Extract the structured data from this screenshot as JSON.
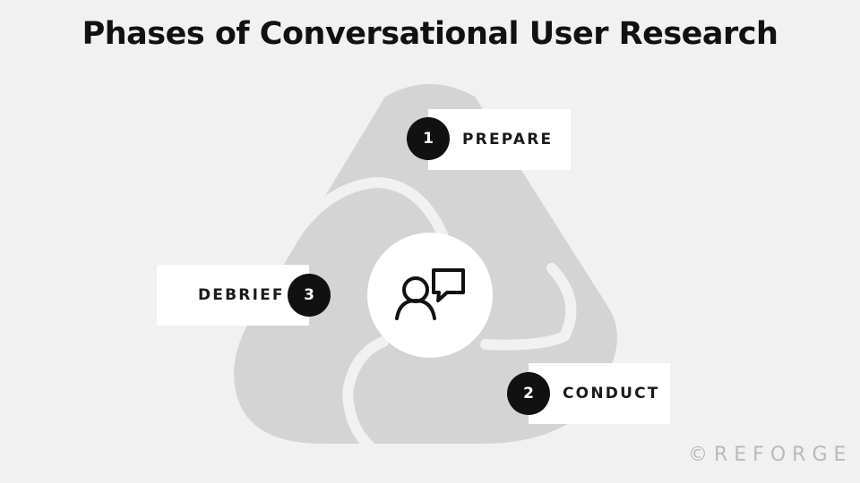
{
  "title": "Phases of Conversational User Research",
  "center_icon": "people-conversation-icon",
  "phases": [
    {
      "number": "1",
      "label": "PREPARE"
    },
    {
      "number": "2",
      "label": "CONDUCT"
    },
    {
      "number": "3",
      "label": "DEBRIEF"
    }
  ],
  "watermark": "©REFORGE",
  "colors": {
    "background": "#f1f1f1",
    "segment_fill": "#d4d4d4",
    "card_fill": "#ffffff",
    "badge_fill": "#111111",
    "badge_text": "#ffffff",
    "text": "#1a1a1a"
  }
}
